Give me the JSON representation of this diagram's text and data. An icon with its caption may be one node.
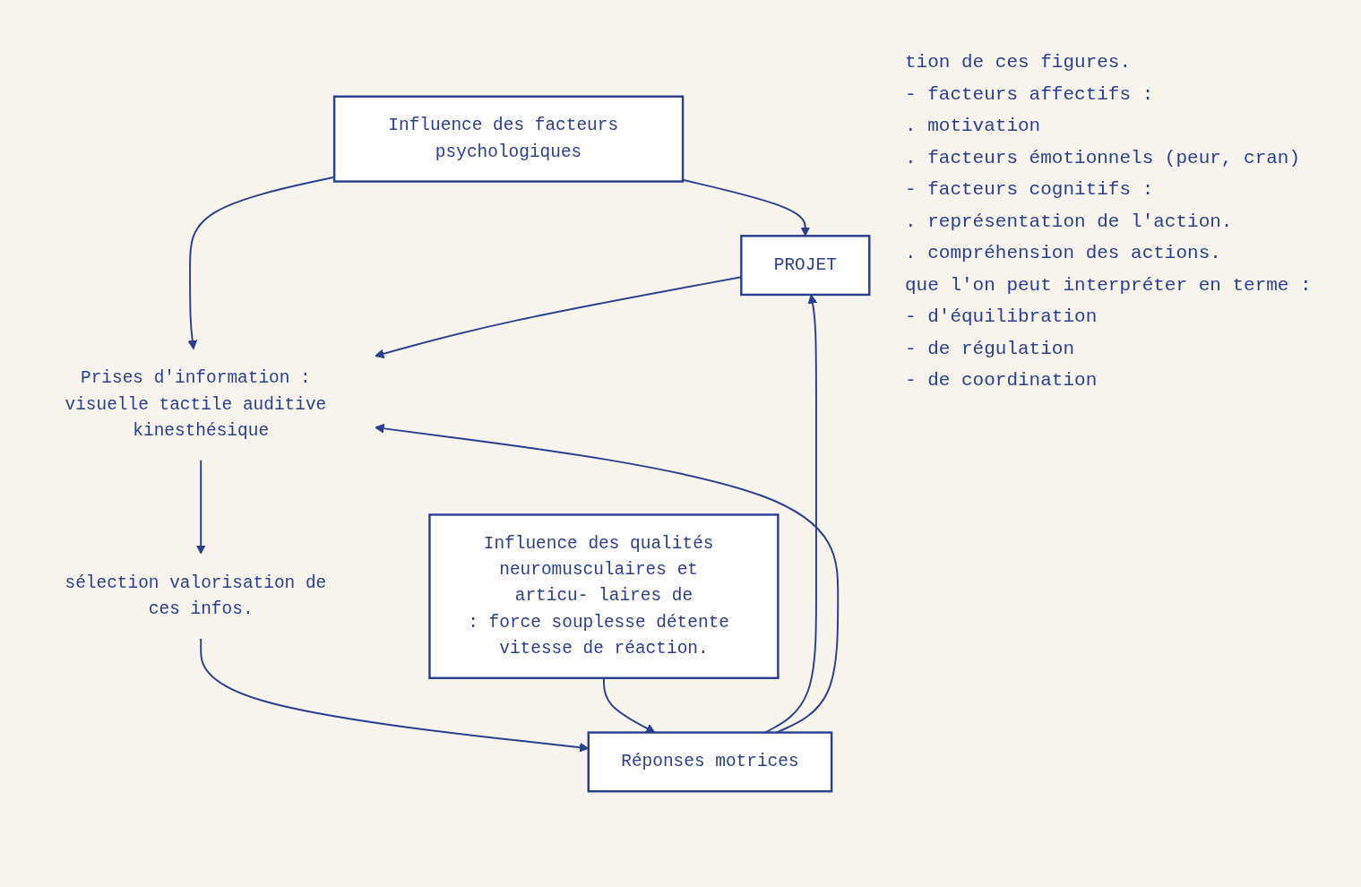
{
  "diagram": {
    "nodes": [
      {
        "text": [
          "Influence des facteurs psychologiques"
        ]
      },
      {
        "text": [
          "PROJET"
        ]
      },
      {
        "text": [
          "Prises d'information : visuelle tactile auditive kinesthésique"
        ]
      },
      {
        "text": [
          "sélection valorisation de ces infos."
        ]
      },
      {
        "text": [
          "Réponses motrices"
        ]
      },
      {
        "text": [
          "Influence des qualités neuromusculaires et articu- laires de",
          ": force souplesse détente vitesse de réaction."
        ]
      }
    ],
    "edges": [
      {
        "from": 0,
        "to": 1,
        "arrow": "to"
      },
      {
        "from": 0,
        "to": 2,
        "arrow": "to"
      },
      {
        "from": 1,
        "to": 2,
        "arrow": "to"
      },
      {
        "from": 2,
        "to": 3,
        "arrow": "to"
      },
      {
        "from": 3,
        "to": 4,
        "arrow": "to"
      },
      {
        "from": 4,
        "to": 1,
        "arrow": "to"
      },
      {
        "from": 4,
        "to": 2,
        "arrow": "to"
      },
      {
        "from": 5,
        "to": 4,
        "arrow": "to"
      }
    ],
    "labels": [
      "tion de ces figures.",
      "- facteurs affectifs :",
      ". motivation",
      ". facteurs émotionnels (peur, cran)",
      "- facteurs cognitifs :",
      ". représentation de l'action.",
      ". compréhension des actions.",
      "que l'on peut interpréter en terme :",
      "- d'équilibration",
      "- de régulation",
      "- de coordination"
    ]
  }
}
